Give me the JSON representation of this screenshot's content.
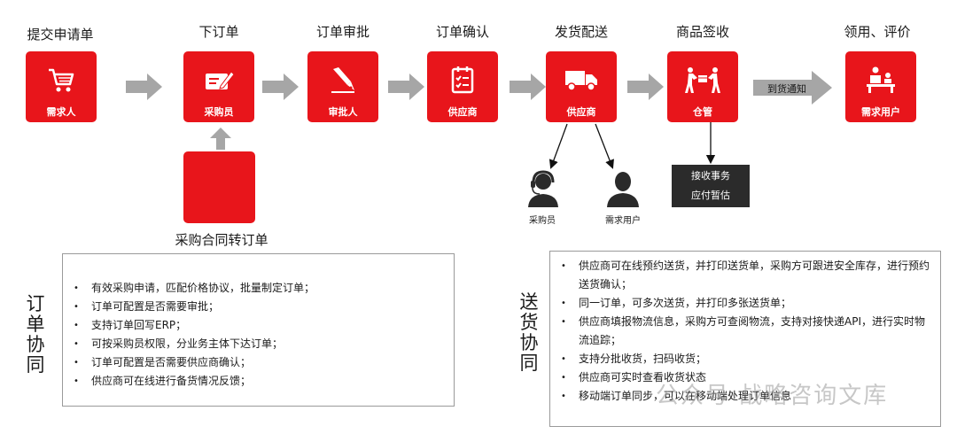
{
  "steps": [
    {
      "title": "提交申请单",
      "label": "需求人",
      "icon": "shopping-cart-icon"
    },
    {
      "title": "下订单",
      "label": "采购员",
      "icon": "order-form-icon"
    },
    {
      "title": "订单审批",
      "label": "审批人",
      "icon": "pen-nib-icon"
    },
    {
      "title": "订单确认",
      "label": "供应商",
      "icon": "checklist-icon"
    },
    {
      "title": "发货配送",
      "label": "供应商",
      "icon": "delivery-truck-icon"
    },
    {
      "title": "商品签收",
      "label": "仓管",
      "icon": "package-handover-icon"
    },
    {
      "title": "领用、评价",
      "label": "需求用户",
      "icon": "reception-desk-icon"
    }
  ],
  "contract_box_label": "采购合同转订单",
  "arrival_notice": "到货通知",
  "delivery_people": [
    {
      "label": "采购员",
      "icon": "operator-headset-icon"
    },
    {
      "label": "需求用户",
      "icon": "user-silhouette-icon"
    }
  ],
  "receiving_box": {
    "line1": "接收事务",
    "line2": "应付暂估"
  },
  "order_panel": {
    "title": "订单协同",
    "items": [
      "有效采购申请，匹配价格协议，批量制定订单；",
      "订单可配置是否需要审批；",
      "支持订单回写ERP；",
      "可按采购员权限，分业务主体下达订单；",
      "订单可配置是否需要供应商确认；",
      "供应商可在线进行备货情况反馈；"
    ]
  },
  "delivery_panel": {
    "title": "送货协同",
    "items": [
      "供应商可在线预约送货，并打印送货单，采购方可跟进安全库存，进行预约送货确认；",
      "同一订单，可多次送货，并打印多张送货单；",
      "供应商填报物流信息，采购方可查阅物流，支持对接快递API，进行实时物流追踪；",
      "支持分批收货，扫码收货；",
      "供应商可实时查看收货状态",
      "移动端订单同步，可以在移动端处理订单信息"
    ]
  },
  "watermark": "公众号·战略咨询文库",
  "colors": {
    "accent": "#e8151b",
    "arrow": "#a6a6a6",
    "dark_box": "#2b2b2b"
  }
}
